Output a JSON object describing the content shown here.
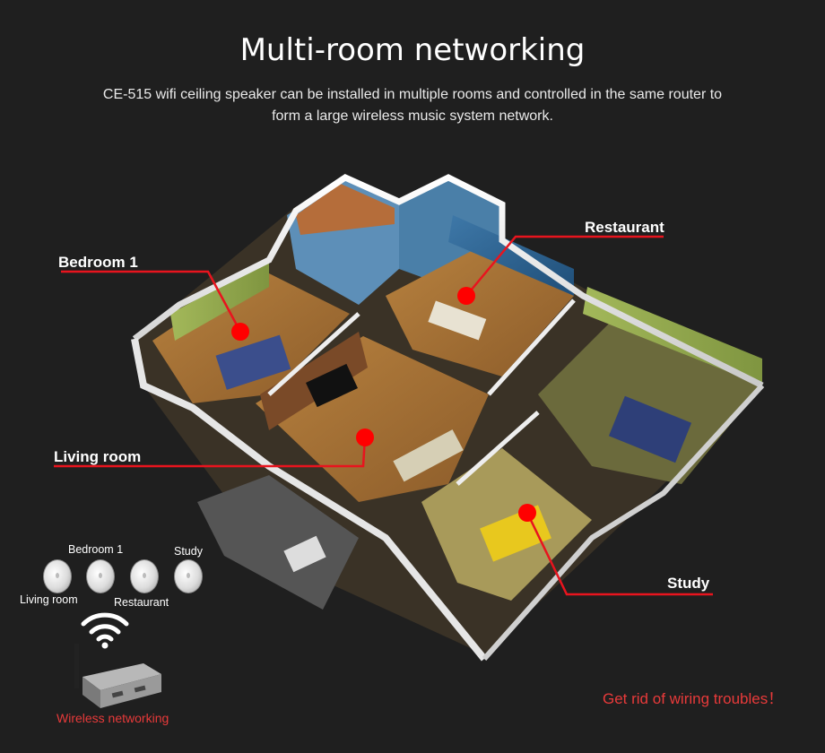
{
  "header": {
    "title": "Multi-room networking",
    "subtitle": "CE-515 wifi ceiling speaker can be installed in multiple rooms and controlled in the same router to form a large wireless music system network."
  },
  "rooms": {
    "bedroom": "Bedroom 1",
    "living": "Living room",
    "restaurant": "Restaurant",
    "study": "Study"
  },
  "legend": {
    "bedroom": "Bedroom 1",
    "study": "Study",
    "living": "Living room",
    "restaurant": "Restaurant",
    "wireless": "Wireless networking"
  },
  "tagline": "Get rid of wiring troubles！",
  "colors": {
    "background": "#1f1f1f",
    "accent_red": "#e83a3a",
    "marker_red": "#ff0000"
  },
  "icons": [
    "wifi-icon",
    "router-icon",
    "speaker-icon"
  ]
}
